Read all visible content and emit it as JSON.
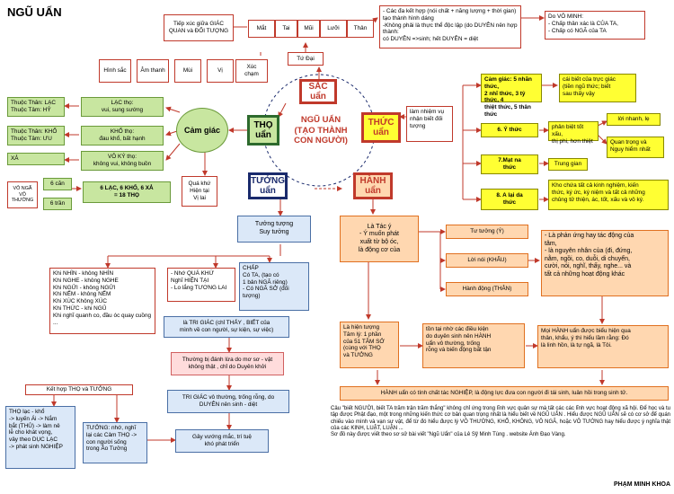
{
  "title": "NGŨ UẨN",
  "center": {
    "main": "NGŨ UẨN",
    "sub": "(TẠO THÀNH CON NGƯỜI)"
  },
  "sac": {
    "label": "SẮC uẩn",
    "tu_dai": "Tứ Đại",
    "senses": [
      "Mắt",
      "Tai",
      "Mũi",
      "Lưỡi",
      "Thân"
    ],
    "objects": [
      "Hình sắc",
      "Âm thanh",
      "Mùi",
      "Vị",
      "Xúc chạm"
    ],
    "contact": "Tiếp xúc giữa GIÁC QUAN và ĐỐI TƯỢNG",
    "desc": "- Các đa kết hợp (nói chất + năng lượng + thời gian) tạo thành hình dáng\n-Không phải là thực thể độc lập (do DUYÊN nên hợp thành:\ncó DUYÊN =>sinh; hết DUYÊN = diệt",
    "vo_minh": "Do VÔ MINH:\n- Chấp thân xác là CỦA TA,\n- Chấp có NGÃ của TA"
  },
  "tho": {
    "label": "THỌ uẩn",
    "cam_giac": "Cảm giác",
    "left": [
      "Thuộc Thân: LẠC\nThuộc Tâm: HỶ",
      "Thuộc Thân: KHỔ\nThuộc Tâm: ƯU",
      "XẢ"
    ],
    "right": [
      "LẠC thọ:\nvui, sung sướng",
      "KHỔ thọ:\nđau khổ, bất hạnh",
      "VÔ KÝ thọ:\nkhông vui, không buồn"
    ],
    "vo_ngai": "VÔ NGÃ VÔ THƯỜNG",
    "cam": "6 căn",
    "tran": "6 trần",
    "sum": "6 LẠC, 6 KHỔ, 6 XẢ\n= 18 THỌ",
    "qua_nho": "Quá khứ\nHiện tại\nVị lai"
  },
  "tuong": {
    "label": "TƯỞNG uẩn",
    "tuong_tuong": "Tưởng tượng\nSuy tưởng",
    "khi_list": "Khi NHÌN - không NHÌN\nKhi NGHE - không NGHE\nKhi NGỬI - không NGỬI\nKhi NẾM - không NẾM\nKhi XÚC    Không XÚC\nKhi THỨC - khi NGỦ\nKhi nghĩ quanh co, đầu óc quay cuồng ...",
    "nho_qk": "- Nhớ QUÁ KHỨ\nNghĩ HIỆN TẠI\n- Lo lắng TƯƠNG LAI",
    "chap": "CHẤP\nCó TA, (tạo có\n1 bản NGÃ riêng)\n- Có NGÃ SỞ (đối tượng)",
    "tri_giac": "là TRI GIÁC (chỉ THẤY , BIẾT của\nmình về con người, sự kiện, sự việc)",
    "thuong_bi": "Thường bị đánh lừa do mơ sơ - vật\nkhông thật , chỉ do Duyên khởi",
    "tri_giac2": "TRI GIÁC vô thường, trống rỗng, do\nDUYÊN nên sinh - diệt",
    "gay": "Gây vướng mắc, trí tuệ\nkhó phát triển",
    "ket_hop": "Kết hợp THỌ và TƯỞNG",
    "tho_lac": "THỌ lạc - khổ\n-> luyến Ái -> Nắm\nbắt (THỦ) -> làm nê\nlễ cho khát vọng,\nvây theo DỤC LẠC\n-> phát sinh NGHIỆP",
    "tuong_nho": "TƯỞNG: nhớ, nghĩ\nlại các Cảm THỌ ->\ncon người sống\ntrong Ảo Tưởng"
  },
  "thuc": {
    "label": "THỨC uẩn",
    "lam_nhiem": "làm nhiệm vụ nhận biết đối tượng",
    "cam_giac_item": "Cảm giác: 5 nhãn thức,\n2 nhĩ thức, 3 tỷ thức, 4\nthiệt thức,  5 thân thức",
    "cam_giac_desc": "cái biết của trực giác\n(tiền ngũ thức; biết\nsau thấy vậy",
    "y_thuc": "6. Ý thức",
    "phan_biet": "phân biệt tốt xấu,\nthị phi, hơn thiệt",
    "loi_nhanh": "lời nhanh, lẹ",
    "quan_trong": "Quan trọng và\nNguy hiểm nhất",
    "mat_na": "7.Mạt na\nthức",
    "trung_gian": "Trung gian",
    "a_lai": "8. A lại da\nthức",
    "kho_chua": "Kho chứa tất cả kinh nghiệm, kiến\nthức, ký ức, ký niệm và tất cả những\nchủng tử thiện, ác, tốt, xấu và vô ký."
  },
  "hanh": {
    "label": "HÀNH uẩn",
    "tac_y": "Là Tác ý\n- Ý muốn phát\nxuất từ bộ óc,\nlà động cơ của",
    "tu_tuong": "Tư tưởng (Ý)",
    "loi_noi": "Lời nói (KHẨU)",
    "hanh_dong": "Hành động (THÂN)",
    "phan_ung": "- Là phản ứng hay tác động của\ntâm,\n- là nguyên nhân của (đi, đứng,\nnằm, ngồi, co, duỗi, di chuyển,\ncười, nói, nghĩ, thấy, nghe... và\ntất cả những hoạt động khác",
    "hien_tuong": "Là hiện tượng\nTâm lý: 1 phần\ncủa 51 TÂM SỞ\n(cùng với THỌ\nvà TƯỞNG",
    "ton_tai": "tồn tại nhờ các điều kiện\ndo duyên sinh nên HÀNH\nuẩn vô thường, trống\nrỗng và biến động bất tận",
    "moi_hanh": "Mọi HÀNH uẩn được biểu hiện qua\nthân, khẩu, ý thì hiểu lầm rằng:  Đó\nlà linh hồn, là tự ngã, là Tôi.",
    "bottom": "HÀNH uẩn có tính chất tác NGHIỆP, là động lực đưa con người đi tái sinh, luân hồi trong sinh tử."
  },
  "footnote": "Câu \"biết NGƯỜI, biết TA trăm trận trăm thắng\" không chỉ ứng trong lĩnh vực quân sự mà tất các các lĩnh vực hoạt động xã hội. Để học và tu tập được Phật đạo, một trong những kiến thức cơ bản quan trọng nhất là  hiểu biết về NGŨ UẨN . Hiểu được NGŨ UẨN sẽ có cơ sở để quán chiếu vào mình và vạn sự vật, để từ đó  hiểu được lý VÔ THƯỜNG, KHỔ, KHÔNG, VÔ NGÃ, hoặc VÔ TƯỚNG hay hiểu được ý nghĩa thật của các KINH, LUẬT,  LUẬN ...\n  Sơ đồ này được viết theo sơ sử bài viết  \"Ngũ Uẩn\" của Lê Sỹ Minh Tùng . website  Ánh Đạo Vàng.",
  "signature": "PHẠM MINH KHOA"
}
